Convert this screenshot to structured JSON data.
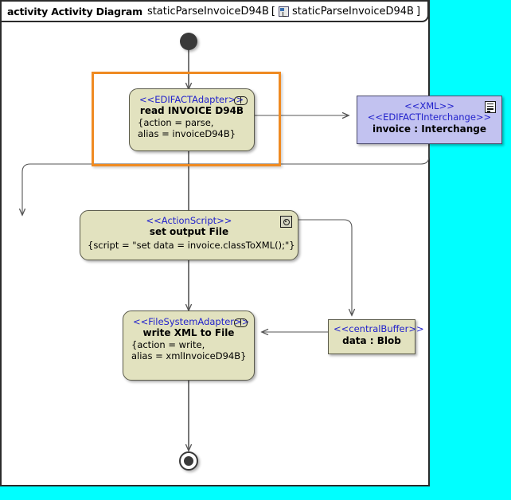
{
  "frame": {
    "keyword": "activity Activity Diagram",
    "name": "staticParseInvoiceD94B",
    "bracket_open": "[",
    "tab_icon": "activity-diagram-icon",
    "tab_label": "staticParseInvoiceD94B",
    "bracket_close": "]"
  },
  "colors": {
    "background": "#00ffff",
    "canvas": "#ffffff",
    "action_fill": "#e2e2bf",
    "object_fill": "#c2c2f0",
    "stereotype_text": "#2222cc",
    "selection": "#ef8a22",
    "edge": "#555555"
  },
  "nodes": {
    "initial": {
      "name": "initial-node"
    },
    "read_invoice": {
      "stereotype": "<<EDIFACTAdapter>>",
      "name": "read INVOICE D94B",
      "prop1": "{action = parse,",
      "prop2": "alias = invoiceD94B}",
      "icon": "adapter-pin-icon",
      "selected": true
    },
    "interchange": {
      "stereotype1": "<<XML>>",
      "stereotype2": "<<EDIFACTInterchange>>",
      "name": "invoice : Interchange",
      "icon": "document-icon"
    },
    "set_output": {
      "stereotype": "<<ActionScript>>",
      "name": "set output File",
      "prop1": "{script = \"set data = invoice.classToXML();\"}",
      "icon": "script-gear-icon"
    },
    "write_xml": {
      "stereotype": "<<FileSystemAdapter>>",
      "name": "write XML to File",
      "prop1": "{action = write,",
      "prop2": "alias = xmlInvoiceD94B}",
      "icon": "adapter-pin-icon"
    },
    "central_buffer": {
      "stereotype": "<<centralBuffer>>",
      "name": "data : Blob"
    },
    "final": {
      "name": "final-node"
    }
  }
}
